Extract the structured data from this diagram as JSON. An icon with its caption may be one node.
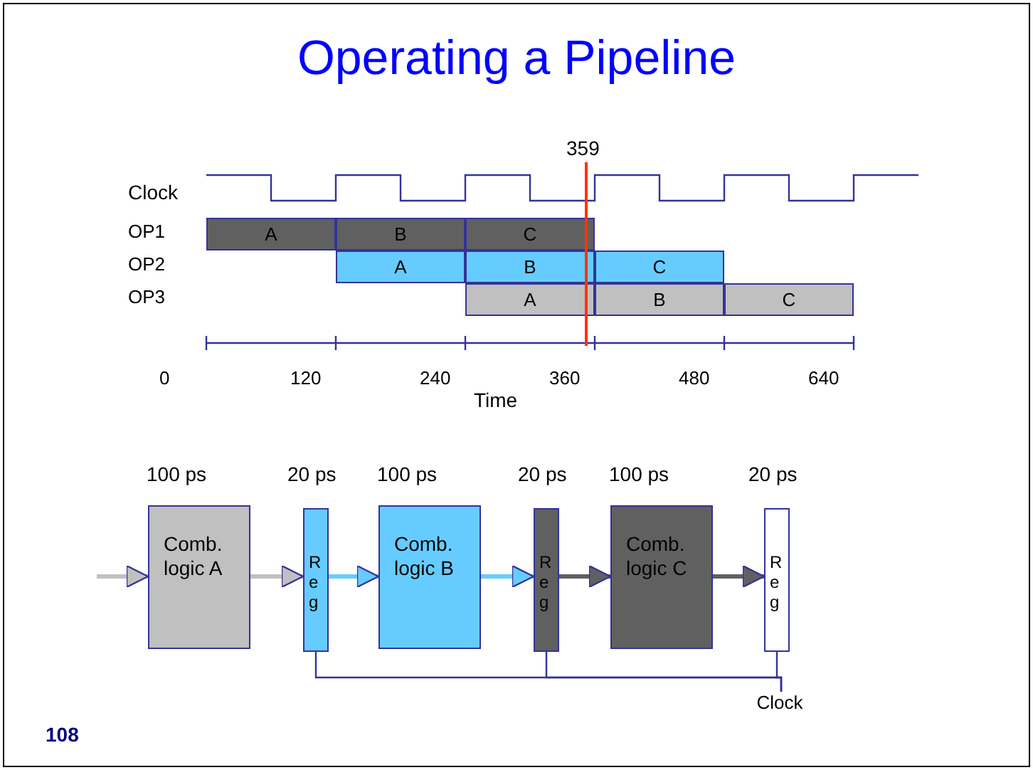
{
  "diagram": {
    "title": "Operating a Pipeline",
    "nodes": [
      {
        "text": [
          "A"
        ]
      },
      {
        "text": [
          "B"
        ]
      },
      {
        "text": [
          "C"
        ]
      },
      {
        "text": [
          "A"
        ]
      },
      {
        "text": [
          "B"
        ]
      },
      {
        "text": [
          "C"
        ]
      },
      {
        "text": [
          "A"
        ]
      },
      {
        "text": [
          "B"
        ]
      },
      {
        "text": [
          "C"
        ]
      },
      {
        "text": [
          "Comb. logic A"
        ],
        "beside": [
          "100 ps"
        ]
      },
      {
        "text": [
          "Reg"
        ],
        "beside": [
          "20 ps"
        ]
      },
      {
        "text": [
          "Comb. logic B"
        ],
        "beside": [
          "100 ps"
        ]
      },
      {
        "text": [
          "Reg"
        ],
        "beside": [
          "20 ps"
        ]
      },
      {
        "text": [
          "Comb. logic C"
        ],
        "beside": [
          "100 ps"
        ]
      },
      {
        "text": [
          "Reg"
        ],
        "beside": [
          "20 ps"
        ]
      },
      {
        "text": [
          "Clock"
        ]
      }
    ],
    "edges": [
      {
        "from": null,
        "to": 9,
        "arrow": "to",
        "color": "#c0c0c0"
      },
      {
        "from": 9,
        "to": 10,
        "arrow": "to",
        "color": "#c0c0c0"
      },
      {
        "from": 10,
        "to": 11,
        "arrow": "to",
        "color": "#66ccff"
      },
      {
        "from": 11,
        "to": 12,
        "arrow": "to",
        "color": "#66ccff"
      },
      {
        "from": 12,
        "to": 13,
        "arrow": "to",
        "color": "#606060"
      },
      {
        "from": 13,
        "to": 14,
        "arrow": "to",
        "color": "#606060"
      },
      {
        "from": 15,
        "to": 10,
        "arrow": "none"
      },
      {
        "from": 15,
        "to": 12,
        "arrow": "none"
      },
      {
        "from": 15,
        "to": 14,
        "arrow": "none"
      }
    ],
    "labels": [
      "359",
      "Clock",
      "OP1",
      "OP2",
      "OP3",
      "0",
      "120",
      "240",
      "360",
      "480",
      "640",
      "Time",
      "108"
    ]
  }
}
